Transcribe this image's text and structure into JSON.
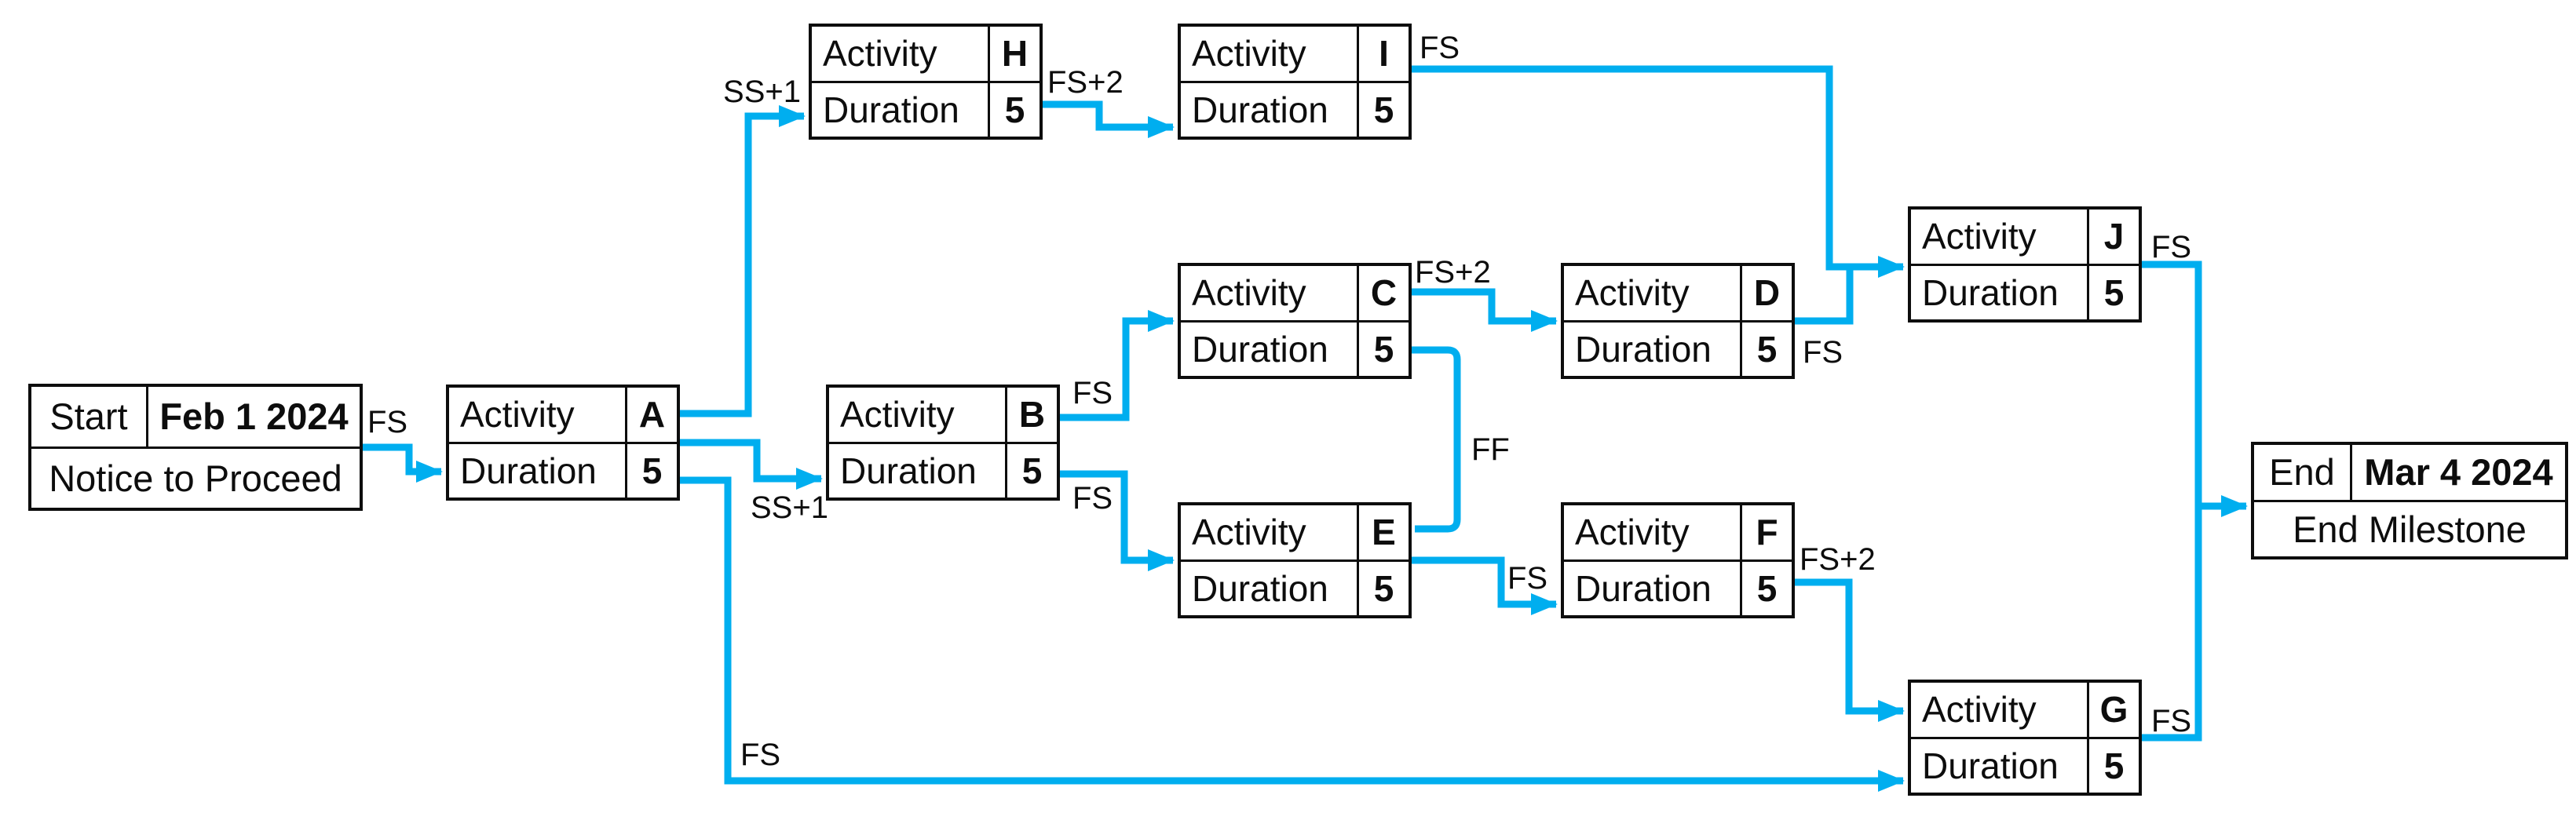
{
  "colors": {
    "connector": "#00AEEF",
    "border": "#0d0d0d",
    "background": "#FFFFFF"
  },
  "field_labels": {
    "activity": "Activity",
    "duration": "Duration"
  },
  "start_node": {
    "label": "Start",
    "date": "Feb 1 2024",
    "description": "Notice to Proceed"
  },
  "end_node": {
    "label": "End",
    "date": "Mar 4 2024",
    "description": "End Milestone"
  },
  "activities": {
    "A": {
      "id": "A",
      "duration": "5"
    },
    "B": {
      "id": "B",
      "duration": "5"
    },
    "C": {
      "id": "C",
      "duration": "5"
    },
    "D": {
      "id": "D",
      "duration": "5"
    },
    "E": {
      "id": "E",
      "duration": "5"
    },
    "F": {
      "id": "F",
      "duration": "5"
    },
    "G": {
      "id": "G",
      "duration": "5"
    },
    "H": {
      "id": "H",
      "duration": "5"
    },
    "I": {
      "id": "I",
      "duration": "5"
    },
    "J": {
      "id": "J",
      "duration": "5"
    }
  },
  "edges": {
    "start_a": {
      "from": "Start",
      "to": "A",
      "label": "FS"
    },
    "a_h": {
      "from": "A",
      "to": "H",
      "label": "SS+1"
    },
    "a_b": {
      "from": "A",
      "to": "B",
      "label": "SS+1"
    },
    "a_g": {
      "from": "A",
      "to": "G",
      "label": "FS"
    },
    "b_c": {
      "from": "B",
      "to": "C",
      "label": "FS"
    },
    "b_e": {
      "from": "B",
      "to": "E",
      "label": "FS"
    },
    "c_d": {
      "from": "C",
      "to": "D",
      "label": "FS+2"
    },
    "c_e": {
      "from": "C",
      "to": "E",
      "label": "FF"
    },
    "e_f": {
      "from": "E",
      "to": "F",
      "label": "FS"
    },
    "f_g": {
      "from": "F",
      "to": "G",
      "label": "FS+2"
    },
    "h_i": {
      "from": "H",
      "to": "I",
      "label": "FS+2"
    },
    "i_j": {
      "from": "I",
      "to": "J",
      "label": "FS"
    },
    "d_j": {
      "from": "D",
      "to": "J",
      "label": "FS"
    },
    "j_end": {
      "from": "J",
      "to": "End",
      "label": "FS"
    },
    "g_end": {
      "from": "G",
      "to": "End",
      "label": "FS"
    }
  }
}
